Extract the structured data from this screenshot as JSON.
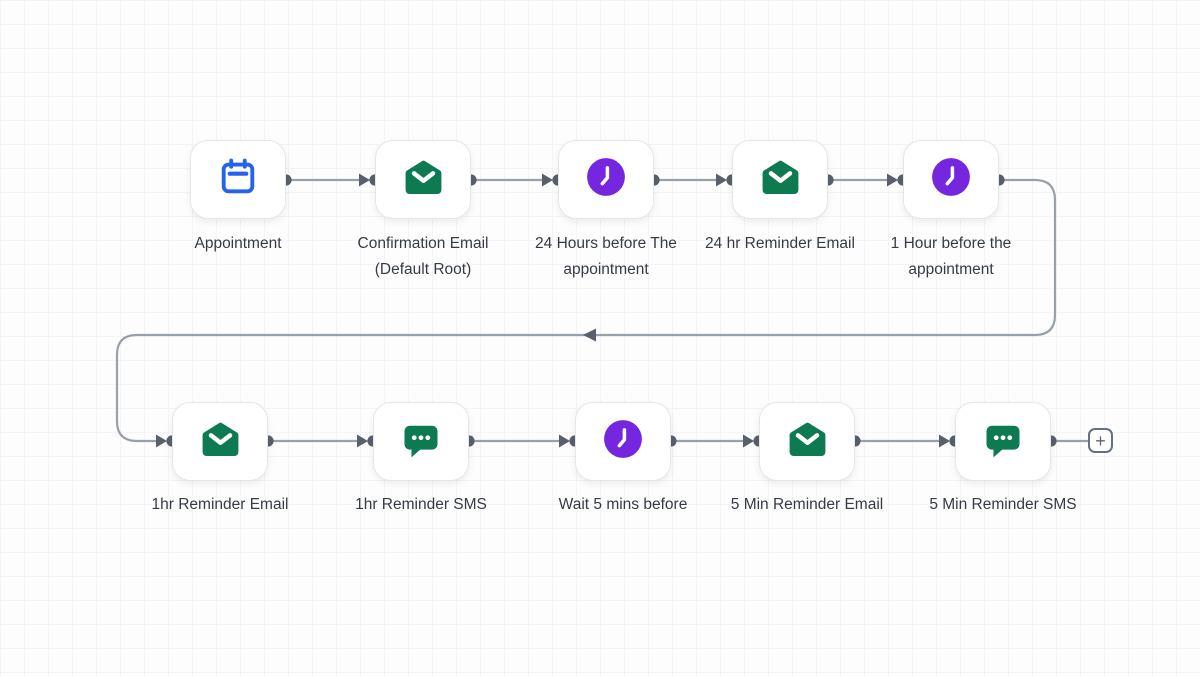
{
  "canvas": {
    "type": "workflow-automation-builder",
    "grid": "on"
  },
  "colors": {
    "accent_blue": "#2563eb",
    "accent_green": "#0e7a52",
    "accent_purple": "#7527e0",
    "connector_line": "#9aa0a8",
    "connector_solid": "#58606c",
    "node_border": "#e4e7ea",
    "node_bg": "#ffffff",
    "label_text": "#353b44",
    "grid_line": "#f4f4f6",
    "canvas_bg": "#fdfdfd"
  },
  "nodes": [
    {
      "id": "appointment",
      "type": "trigger",
      "icon": "calendar-icon",
      "label": "Appointment",
      "label2": ""
    },
    {
      "id": "confirmation-email",
      "type": "email-action",
      "icon": "open-envelope-icon",
      "label": "Confirmation Email",
      "label2": "(Default Root)"
    },
    {
      "id": "wait-24-hours",
      "type": "wait-step",
      "icon": "clock-icon",
      "label": "24 Hours before The",
      "label2": "appointment"
    },
    {
      "id": "24hr-reminder-email",
      "type": "email-action",
      "icon": "open-envelope-icon",
      "label": "24 hr Reminder Email",
      "label2": ""
    },
    {
      "id": "wait-1-hour",
      "type": "wait-step",
      "icon": "clock-icon",
      "label": "1 Hour before the",
      "label2": "appointment"
    },
    {
      "id": "1hr-reminder-email",
      "type": "email-action",
      "icon": "open-envelope-icon",
      "label": "1hr Reminder Email",
      "label2": ""
    },
    {
      "id": "1hr-reminder-sms",
      "type": "sms-action",
      "icon": "chat-bubble-icon",
      "label": "1hr Reminder SMS",
      "label2": ""
    },
    {
      "id": "wait-5-mins",
      "type": "wait-step",
      "icon": "clock-icon",
      "label": "Wait 5 mins before",
      "label2": ""
    },
    {
      "id": "5min-reminder-email",
      "type": "email-action",
      "icon": "open-envelope-icon",
      "label": "5 Min Reminder Email",
      "label2": ""
    },
    {
      "id": "5min-reminder-sms",
      "type": "sms-action",
      "icon": "chat-bubble-icon",
      "label": "5 Min Reminder SMS",
      "label2": ""
    }
  ],
  "add_button": {
    "label": "+"
  }
}
